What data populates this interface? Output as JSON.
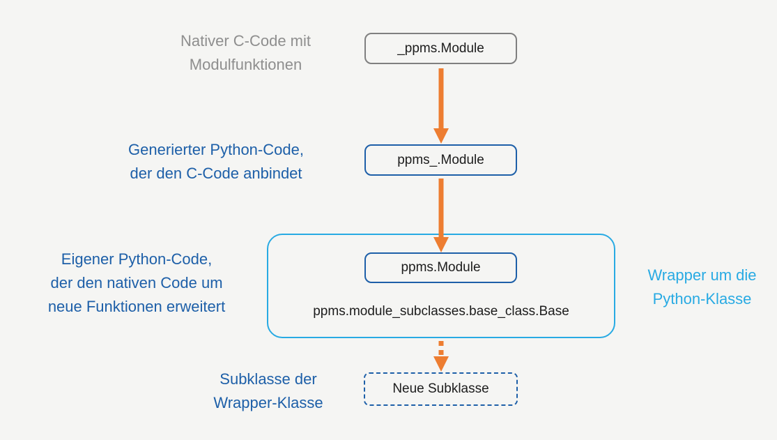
{
  "colors": {
    "background": "#f5f5f3",
    "orange": "#ed7d31",
    "gray_text": "#8e8e8e",
    "gray_border": "#7f7f7f",
    "blue": "#1d5fa8",
    "cyan": "#28aae3",
    "text": "#1c1c1c"
  },
  "diagram": {
    "annotations": {
      "native": {
        "lines": [
          "Nativer C-Code mit",
          "Modulfunktionen"
        ]
      },
      "generated": {
        "lines": [
          "Generierter Python-Code,",
          "der den C-Code anbindet"
        ]
      },
      "custom": {
        "lines": [
          "Eigener Python-Code,",
          "der den nativen Code um",
          "neue Funktionen erweitert"
        ]
      },
      "wrapper": {
        "lines": [
          "Wrapper um die",
          "Python-Klasse"
        ]
      },
      "subclass": {
        "lines": [
          "Subklasse der",
          "Wrapper-Klasse"
        ]
      }
    },
    "nodes": {
      "native_module": "_ppms.Module",
      "generated_module": "ppms_.Module",
      "wrapped_module": "ppms.Module",
      "base_class": "ppms.module_subclasses.base_class.Base",
      "new_subclass": "Neue Subklasse"
    }
  }
}
